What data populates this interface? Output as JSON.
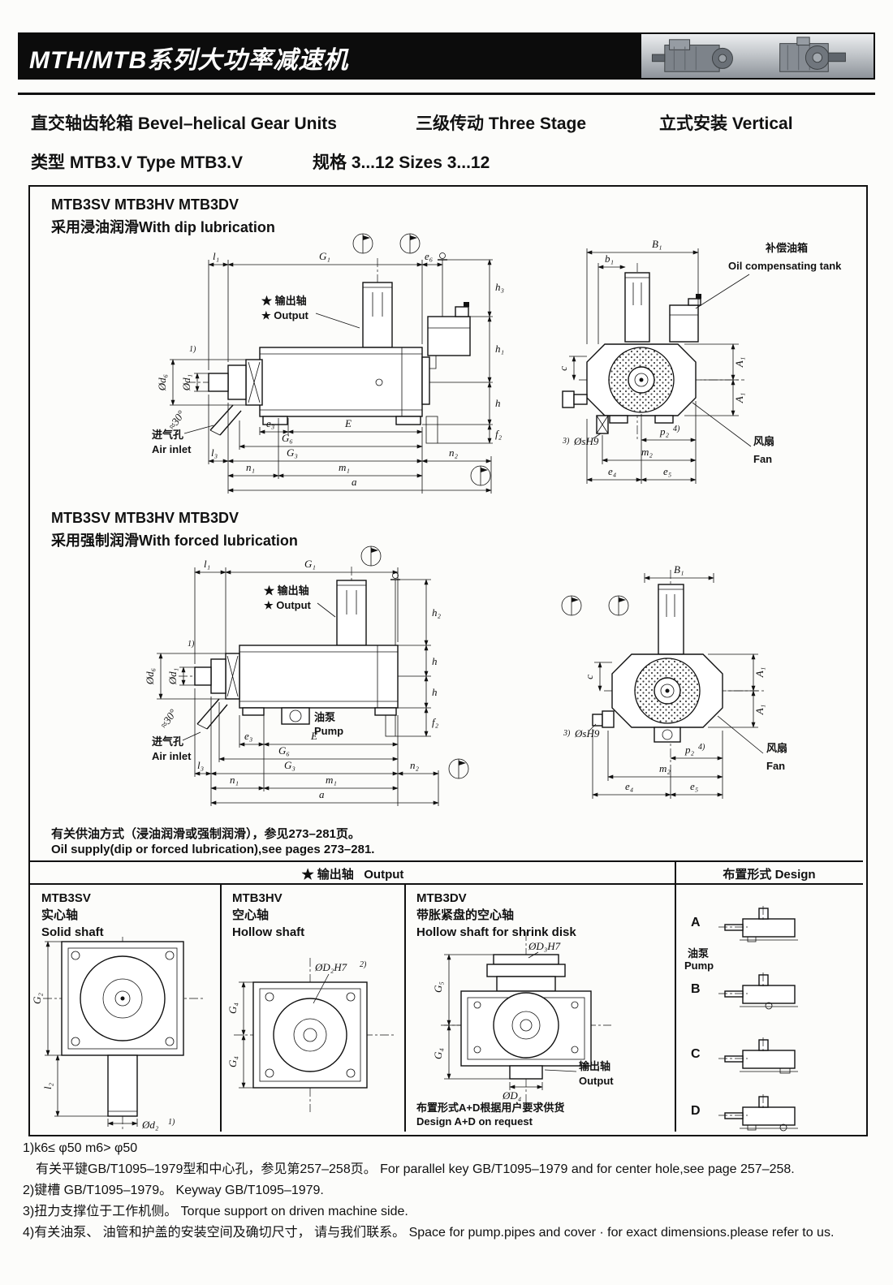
{
  "header": {
    "title": "MTH/MTB系列大功率减速机"
  },
  "intro": {
    "l1a": "直交轴齿轮箱 Bevel–helical Gear Units",
    "l1b": "三级传动 Three Stage",
    "l1c": "立式安装 Vertical",
    "l2a": "类型 MTB3.V Type MTB3.V",
    "l2b": "规格 3...12 Sizes 3...12"
  },
  "sec1": {
    "title": "MTB3SV MTB3HV MTB3DV",
    "sub": "采用浸油润滑With dip lubrication"
  },
  "sec2": {
    "title": "MTB3SV MTB3HV MTB3DV",
    "sub": "采用强制润滑With forced lubrication"
  },
  "labels": {
    "output_cn": "★ 输出轴",
    "output_en": "★ Output",
    "air_cn": "进气孔",
    "air_en": "Air inlet",
    "fan_cn": "风扇",
    "fan_en": "Fan",
    "tank_cn": "补偿油箱",
    "tank_en": "Oil compensating tank",
    "pump_cn": "油泵",
    "pump_en": "Pump",
    "angle": "≈30°",
    "sup1": "1)",
    "sup2": "2)",
    "sup3": "3)",
    "sup4": "4)"
  },
  "dims": {
    "l1": "l₁",
    "G1": "G₁",
    "e6": "e₆",
    "h3": "h₃",
    "h1": "h₁",
    "h": "h",
    "h2": "h₂",
    "f2": "f₂",
    "d1": "Ød₁",
    "d6": "Ød₆",
    "e3": "e₃",
    "E": "E",
    "G6": "G₆",
    "G3": "G₃",
    "l3": "l₃",
    "n1": "n₁",
    "n2": "n₂",
    "m1": "m₁",
    "a": "a",
    "B1": "B₁",
    "b1": "b₁",
    "A1": "A₁",
    "c": "c",
    "sH9": "ØsH9",
    "p2": "p₂",
    "m2": "m₂",
    "e4": "e₄",
    "e5": "e₅",
    "G2": "G₂",
    "l2": "l₂",
    "d2": "Ød₂",
    "D2H7": "ØD₂H7",
    "G4": "G₄",
    "G5": "G₅",
    "D3H7": "ØD₃H7",
    "D4": "ØD₄"
  },
  "note": {
    "cn": "有关供油方式（浸油润滑或强制润滑），参见273–281页。",
    "en": "Oil supply(dip or forced lubrication),see pages 273–281."
  },
  "table": {
    "output_header_cn": "★ 输出轴",
    "output_header_en": "Output",
    "design_header": "布置形式 Design",
    "c1": {
      "title": "MTB3SV",
      "cn": "实心轴",
      "en": "Solid shaft"
    },
    "c2": {
      "title": "MTB3HV",
      "cn": "空心轴",
      "en": "Hollow shaft"
    },
    "c3": {
      "title": "MTB3DV",
      "cn": "带胀紧盘的空心轴",
      "en": "Hollow shaft for shrink disk",
      "out_cn": "输出轴",
      "out_en": "Output",
      "note_cn": "布置形式A+D根据用户要求供货",
      "note_en": "Design A+D on request"
    },
    "design_labels": [
      "A",
      "B",
      "C",
      "D"
    ]
  },
  "footnotes": [
    "1)k6≤ φ50 m6> φ50",
    "有关平键GB/T1095–1979型和中心孔，参见第257–258页。 For parallel key GB/T1095–1979 and for center hole,see page 257–258.",
    "2)键槽 GB/T1095–1979。 Keyway GB/T1095–1979.",
    "3)扭力支撑位于工作机侧。 Torque support on driven machine side.",
    "4)有关油泵、 油管和护盖的安装空间及确切尺寸， 请与我们联系。 Space for pump.pipes and cover ·  for exact dimensions.please refer to us."
  ]
}
